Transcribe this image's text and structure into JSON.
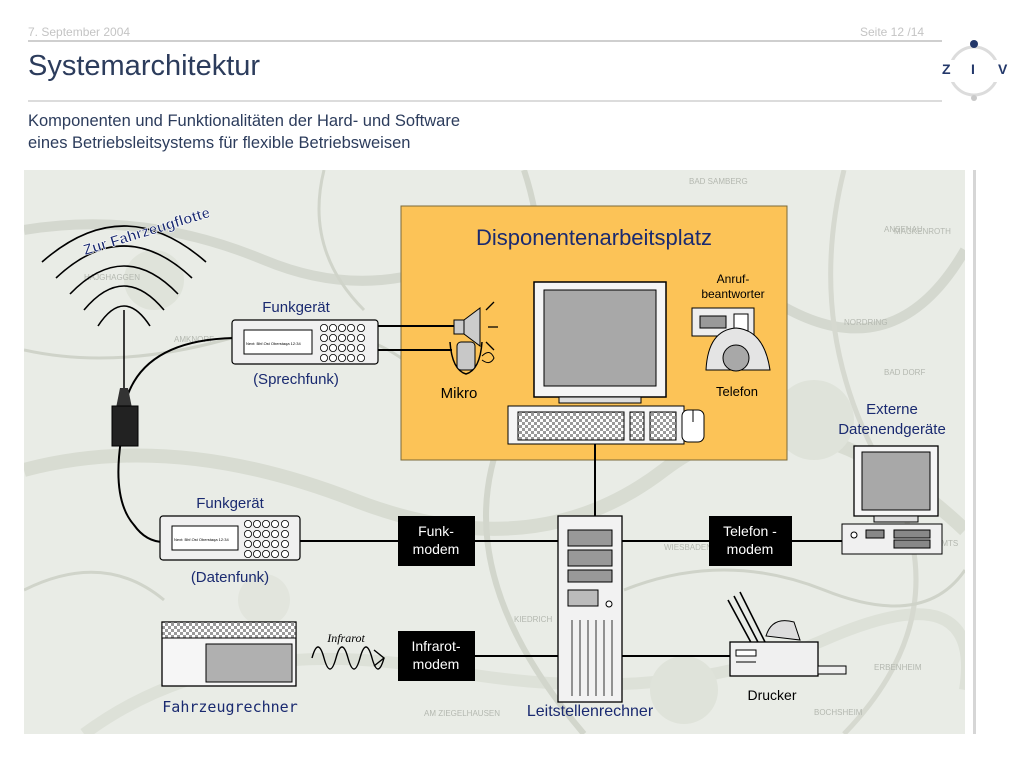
{
  "header": {
    "date": "7. September 2004",
    "page": "Seite 12 /14",
    "title": "Systemarchitektur",
    "subtitle_line1": "Komponenten und Funktionalitäten der Hard- und Software",
    "subtitle_line2": "eines Betriebsleitsystems für flexible Betriebsweisen"
  },
  "logo": {
    "letters": [
      "Z",
      "I",
      "V"
    ],
    "color": "#23386a"
  },
  "diagram": {
    "arc_label": "Zur Fahrzeugflotte",
    "dispatcher_box_title": "Disponentenarbeitsplatz",
    "dispatcher_box_color": "#fcc357",
    "labels": {
      "radio_voice_title": "Funkgerät",
      "radio_voice_sub": "(Sprechfunk)",
      "radio_data_title": "Funkgerät",
      "radio_data_sub": "(Datenfunk)",
      "microphone": "Mikro",
      "answering_machine_1": "Anruf-",
      "answering_machine_2": "beantworter",
      "telephone": "Telefon",
      "external_1": "Externe",
      "external_2": "Datenendgeräte",
      "vehicle_computer": "Fahrzeugrechner",
      "infrared_wave": "Infrarot",
      "control_computer": "Leitstellenrechner",
      "printer": "Drucker"
    },
    "modems": {
      "funk_1": "Funk-",
      "funk_2": "modem",
      "tel_1": "Telefon -",
      "tel_2": "modem",
      "ir_1": "Infrarot-",
      "ir_2": "modem"
    },
    "radio_display_text": "Next: Bhf.Ost Oberstaqa  12:34",
    "map_places": [
      "HAJGHAGGEN",
      "BAD SAMBERG",
      "ANSENAU",
      "AMKNORF",
      "WIESBADEN",
      "KIEDRICH",
      "AM ZIEGELHAUSEN",
      "BOCHSHEIM",
      "ERBENHEIM",
      "NORDRING",
      "AMTS",
      "BAD DORF",
      "MACKENROTH"
    ]
  }
}
